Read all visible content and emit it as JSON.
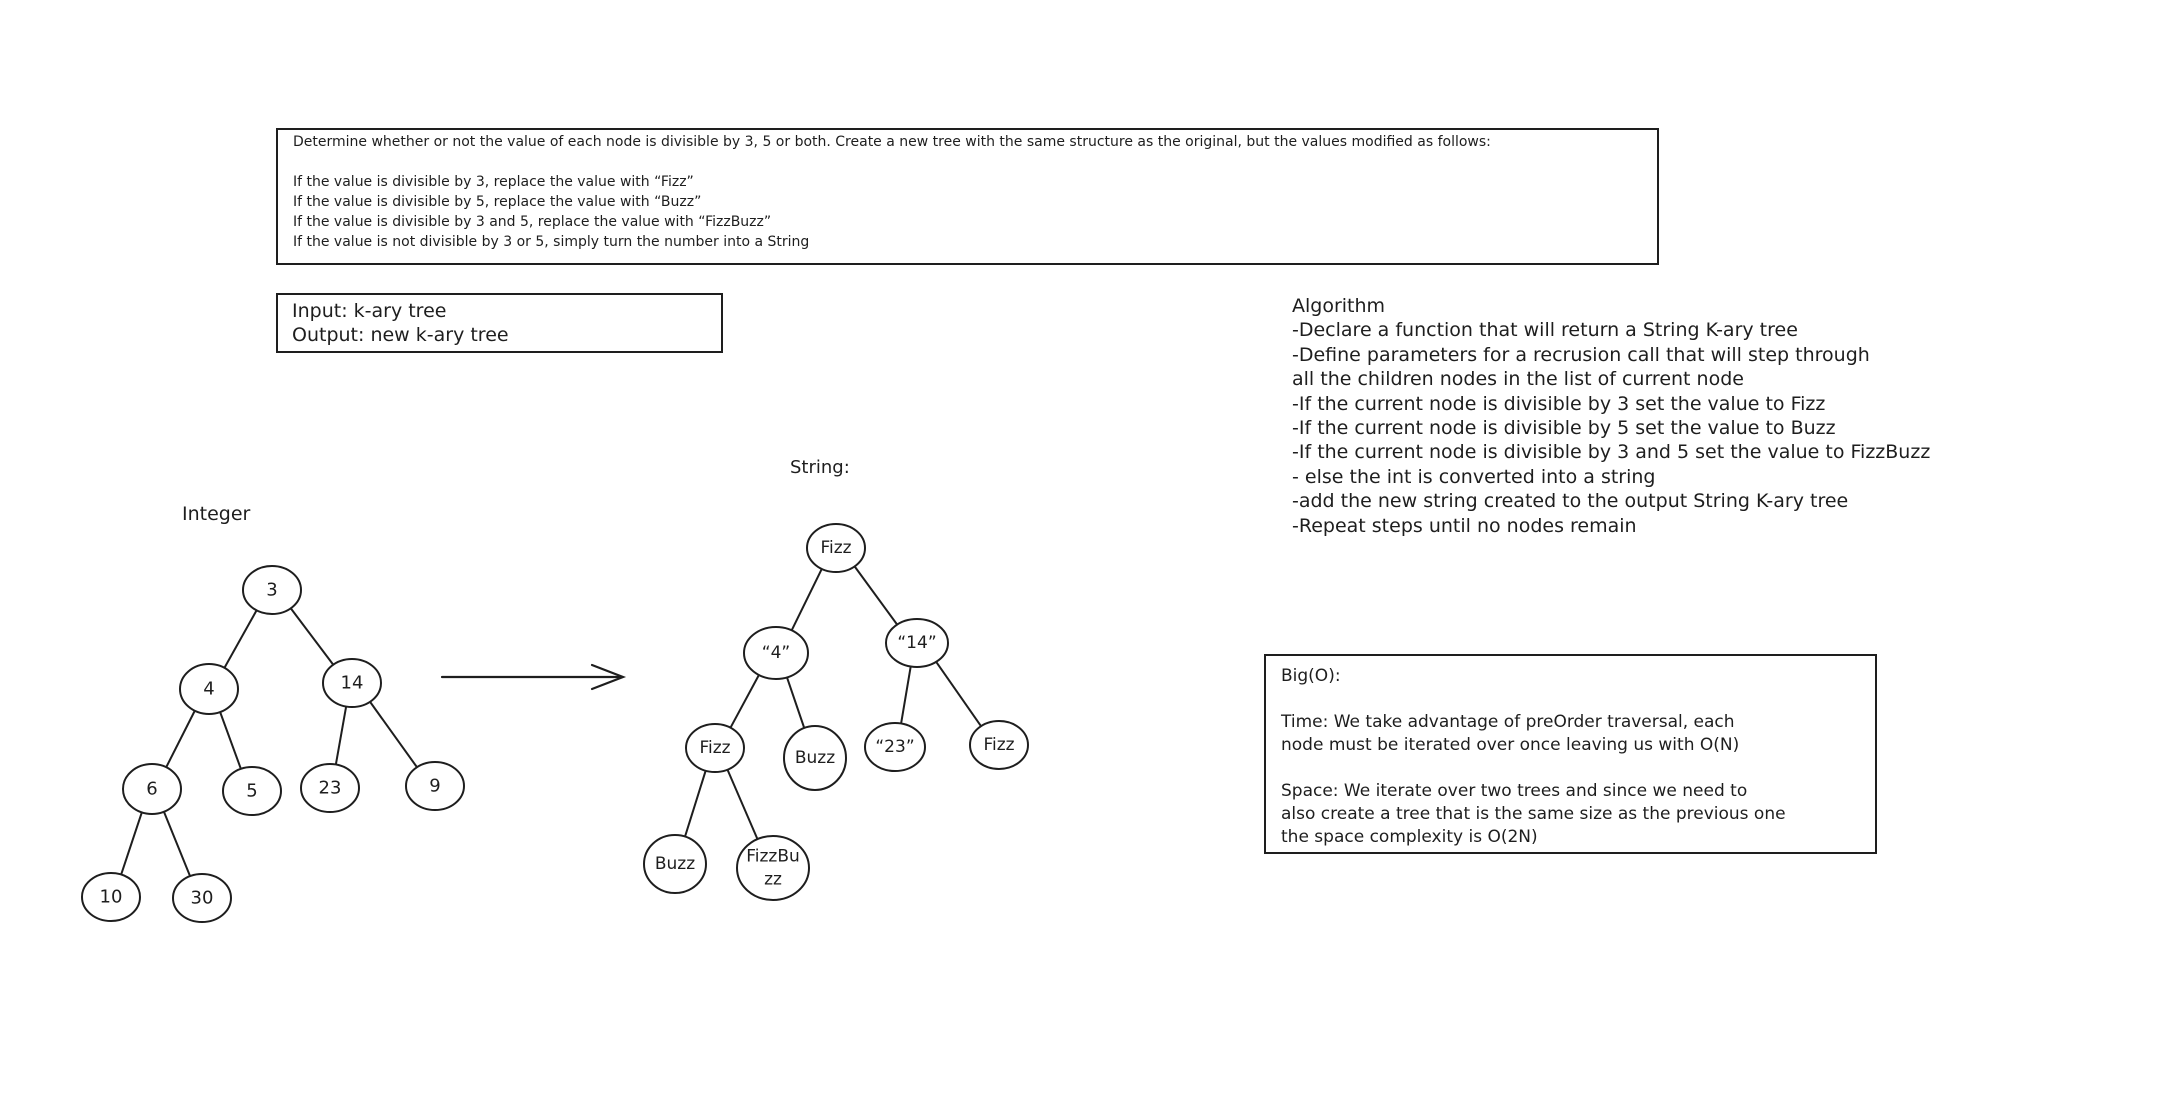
{
  "problem": {
    "intro": "Determine whether or not the value of each node is divisible by 3, 5 or both. Create a new tree with the same structure as the original, but the values modified as follows:",
    "rules": [
      "If the value is divisible by 3, replace the value with “Fizz”",
      "If the value is divisible by 5, replace the value with “Buzz”",
      "If the value is divisible by 3 and 5, replace the value with “FizzBuzz”",
      "If the value is not divisible by 3 or 5, simply turn the number into a String"
    ]
  },
  "io": {
    "input": "Input: k-ary tree",
    "output": "Output: new k-ary tree"
  },
  "algorithm": {
    "title": "Algorithm",
    "lines": [
      "-Declare a function that will return a String K-ary tree",
      "-Define parameters for a recrusion call that will step through",
      "all the children nodes in the list of current node",
      "-If the current node is divisible by 3 set the value to Fizz",
      "-If the current node is divisible by 5 set the value to Buzz",
      "-If the current node is divisible by 3 and 5 set the value to FizzBuzz",
      "- else the int is converted into a string",
      "-add the new string created to the output String K-ary tree",
      "-Repeat steps until no nodes remain"
    ]
  },
  "bigo": {
    "title": "Big(O):",
    "time_lines": [
      "Time: We take advantage of preOrder traversal, each",
      "node must be iterated over once leaving us with O(N)"
    ],
    "space_lines": [
      "Space: We iterate over two trees and since we need to",
      "also create a tree that is the same size as the previous one",
      "the space complexity is O(2N)"
    ]
  },
  "integer_tree": {
    "label": "Integer",
    "nodes": [
      {
        "id": "a",
        "label": "3"
      },
      {
        "id": "b",
        "label": "4"
      },
      {
        "id": "c",
        "label": "14"
      },
      {
        "id": "d",
        "label": "6"
      },
      {
        "id": "e",
        "label": "5"
      },
      {
        "id": "f",
        "label": "23"
      },
      {
        "id": "g",
        "label": "9"
      },
      {
        "id": "h",
        "label": "10"
      },
      {
        "id": "i",
        "label": "30"
      }
    ],
    "edges": [
      [
        "a",
        "b"
      ],
      [
        "a",
        "c"
      ],
      [
        "b",
        "d"
      ],
      [
        "b",
        "e"
      ],
      [
        "c",
        "f"
      ],
      [
        "c",
        "g"
      ],
      [
        "d",
        "h"
      ],
      [
        "d",
        "i"
      ]
    ]
  },
  "string_tree": {
    "label": "String:",
    "nodes": [
      {
        "id": "a",
        "label": "Fizz"
      },
      {
        "id": "b",
        "label": "“4”"
      },
      {
        "id": "c",
        "label": "“14”"
      },
      {
        "id": "d",
        "label": "Fizz"
      },
      {
        "id": "e",
        "label": "Buzz"
      },
      {
        "id": "f",
        "label": "“23”"
      },
      {
        "id": "g",
        "label": "Fizz"
      },
      {
        "id": "h",
        "label": "Buzz"
      },
      {
        "id": "i",
        "label": "FizzBu\nzz"
      }
    ],
    "edges": [
      [
        "a",
        "b"
      ],
      [
        "a",
        "c"
      ],
      [
        "b",
        "d"
      ],
      [
        "b",
        "e"
      ],
      [
        "c",
        "f"
      ],
      [
        "c",
        "g"
      ],
      [
        "d",
        "h"
      ],
      [
        "d",
        "i"
      ]
    ]
  },
  "colors": {
    "stroke": "#1e1e1e",
    "background": "#ffffff"
  }
}
